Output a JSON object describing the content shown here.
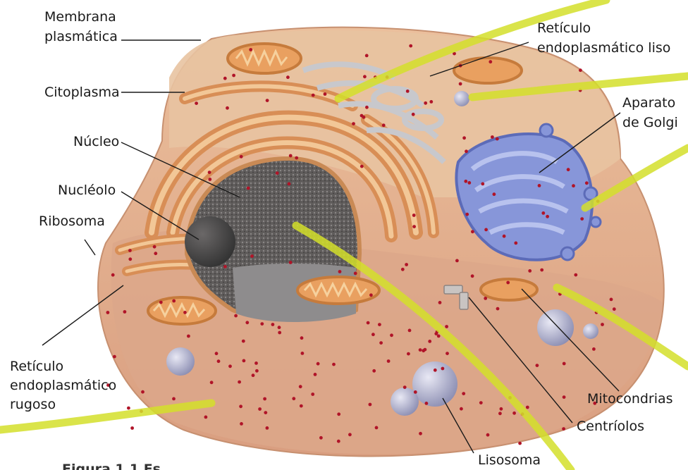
{
  "labels": {
    "membrana_1": "Membrana",
    "membrana_2": "plasmática",
    "citoplasma": "Citoplasma",
    "nucleo": "Núcleo",
    "nucleolo": "Nucléolo",
    "ribosoma": "Ribosoma",
    "rer_1": "Retículo",
    "rer_2": "endoplasmático",
    "rer_3": "rugoso",
    "rel_1": "Retículo",
    "rel_2": "endoplasmático liso",
    "golgi_1": "Aparato",
    "golgi_2": "de Golgi",
    "mitocondrias": "Mitocondrias",
    "centriolos": "Centríolos",
    "lisosoma": "Lisosoma"
  },
  "caption": "Figura 1.1  Es",
  "colors": {
    "cell_body": "#e4b291",
    "cell_shadow": "#cf9a7c",
    "cytoplasm_top": "#e9c29d",
    "rer": "#df9c66",
    "rer_light": "#f0c08e",
    "nucleus": "#6d6a68",
    "nucleolus": "#4a4747",
    "golgi": "#8795d8",
    "smooth_er": "#e6e6e8",
    "mitochondria": "#e9a060",
    "lysosome": "#a7a8c4",
    "ribosome": "#b01428",
    "highlight": "#d4df2a"
  }
}
